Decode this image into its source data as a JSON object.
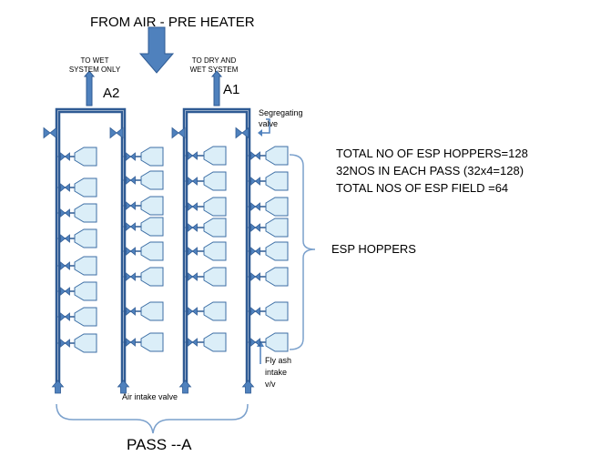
{
  "diagram": {
    "source_label": "FROM  AIR - PRE HEATER",
    "branch_labels": {
      "wet": [
        "TO WET",
        "SYSTEM ONLY"
      ],
      "dry": [
        "TO DRY AND",
        "WET  SYSTEM"
      ]
    },
    "header_ids": {
      "left": "A2",
      "right": "A1"
    },
    "segregating_valve": [
      "Segregating",
      "valve"
    ],
    "totals": [
      "TOTAL  NO OF ESP HOPPERS=128",
      "32NOS IN EACH PASS (32x4=128)",
      "TOTAL NOS OF ESP FIELD =64"
    ],
    "hoppers_label": "ESP  HOPPERS",
    "fly_ash_valve": [
      "Fly ash",
      "intake",
      "v/v"
    ],
    "air_intake_valve": "Air  intake valve",
    "pass_label": "PASS --A",
    "hoppers_per_line": 8,
    "colors": {
      "pipe": "#2f5b94",
      "arrow_fill": "#4f81bd",
      "hopper_fill": "#dbeef8",
      "hopper_stroke": "#3c6ea5",
      "bracket": "#7aa0cc"
    }
  }
}
